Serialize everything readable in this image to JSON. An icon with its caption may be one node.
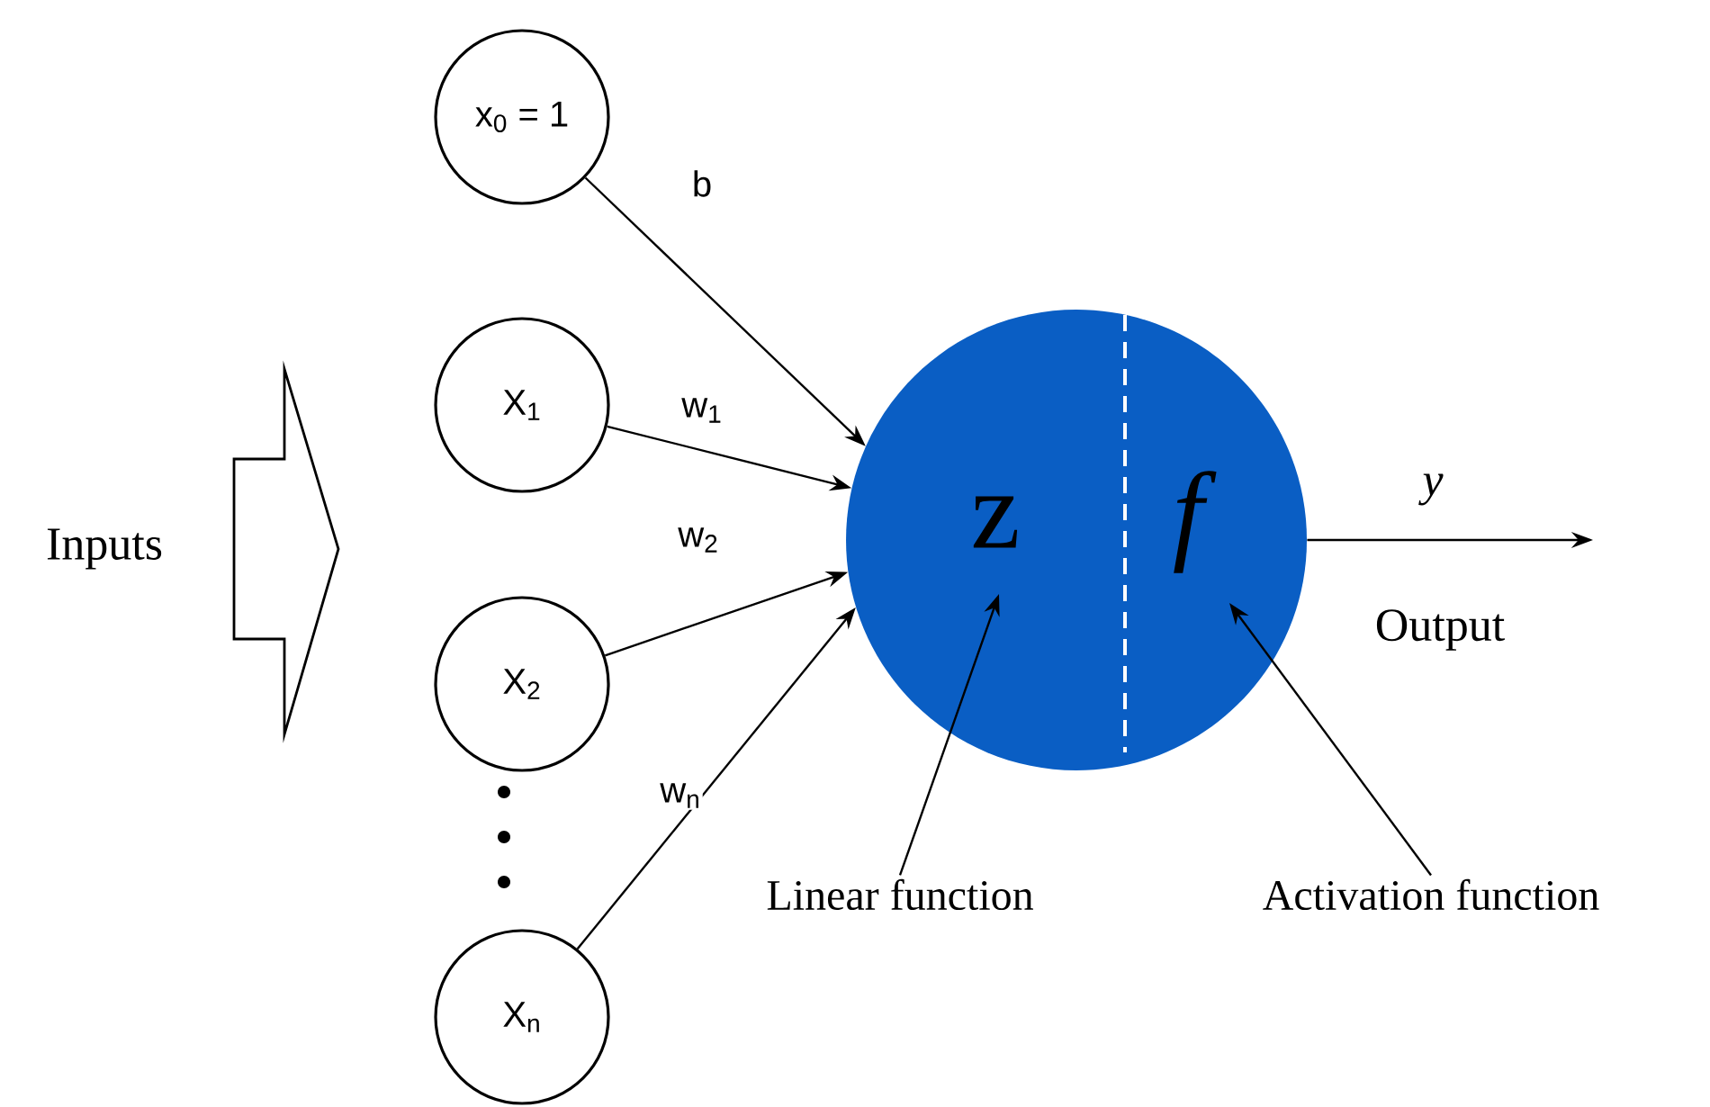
{
  "diagram": {
    "nodes": [
      {
        "text": [
          "x$_{0}$ = 1"
        ]
      },
      {
        "text": [
          "X$_{1}$"
        ]
      },
      {
        "text": [
          "X$_{2}$"
        ]
      },
      {
        "text": [
          "X$_{n}$"
        ]
      },
      {
        "text": [
          "z",
          "f"
        ]
      },
      {
        "text": [
          "Linear function"
        ]
      },
      {
        "text": [
          "Activation function"
        ]
      }
    ],
    "edges": [
      {
        "from": 0,
        "to": 4,
        "arrow": "to",
        "label": "b"
      },
      {
        "from": 1,
        "to": 4,
        "arrow": "to",
        "label": "w$_{1}$"
      },
      {
        "from": 2,
        "to": 4,
        "arrow": "to",
        "label": "w$_{2}$"
      },
      {
        "from": 3,
        "to": 4,
        "arrow": "to",
        "label": "w$_{n}$"
      },
      {
        "from": 4,
        "to": null,
        "arrow": "to",
        "label": "y"
      },
      {
        "from": 5,
        "to": 4,
        "arrow": "to"
      },
      {
        "from": 6,
        "to": 4,
        "arrow": "to"
      }
    ],
    "labels": [
      "Inputs",
      "Output"
    ]
  }
}
